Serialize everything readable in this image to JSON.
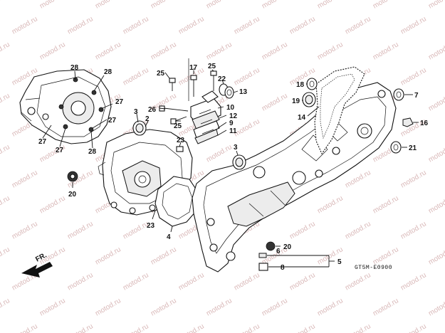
{
  "watermark": "motod.ru",
  "diagram_code": "GT5M-E0900",
  "front_arrow": "FR.",
  "callouts": [
    {
      "id": "c1",
      "text": "28"
    },
    {
      "id": "c2",
      "text": "28"
    },
    {
      "id": "c3",
      "text": "27"
    },
    {
      "id": "c4",
      "text": "27"
    },
    {
      "id": "c5",
      "text": "27"
    },
    {
      "id": "c6",
      "text": "27"
    },
    {
      "id": "c7",
      "text": "28"
    },
    {
      "id": "c8",
      "text": "3"
    },
    {
      "id": "c9",
      "text": "2"
    },
    {
      "id": "c10",
      "text": "25"
    },
    {
      "id": "c11",
      "text": "17"
    },
    {
      "id": "c12",
      "text": "25"
    },
    {
      "id": "c13",
      "text": "22"
    },
    {
      "id": "c14",
      "text": "13"
    },
    {
      "id": "c15",
      "text": "26"
    },
    {
      "id": "c16",
      "text": "10"
    },
    {
      "id": "c17",
      "text": "12"
    },
    {
      "id": "c18",
      "text": "25"
    },
    {
      "id": "c19",
      "text": "9"
    },
    {
      "id": "c20",
      "text": "11"
    },
    {
      "id": "c21",
      "text": "23"
    },
    {
      "id": "c22",
      "text": "3"
    },
    {
      "id": "c23",
      "text": "18"
    },
    {
      "id": "c24",
      "text": "19"
    },
    {
      "id": "c25",
      "text": "14"
    },
    {
      "id": "c26",
      "text": "7"
    },
    {
      "id": "c27",
      "text": "16"
    },
    {
      "id": "c28",
      "text": "21"
    },
    {
      "id": "c29",
      "text": "20"
    },
    {
      "id": "c30",
      "text": "23"
    },
    {
      "id": "c31",
      "text": "4"
    },
    {
      "id": "c32",
      "text": "20"
    },
    {
      "id": "c33",
      "text": "6"
    },
    {
      "id": "c34",
      "text": "5"
    },
    {
      "id": "c35",
      "text": "8"
    }
  ]
}
